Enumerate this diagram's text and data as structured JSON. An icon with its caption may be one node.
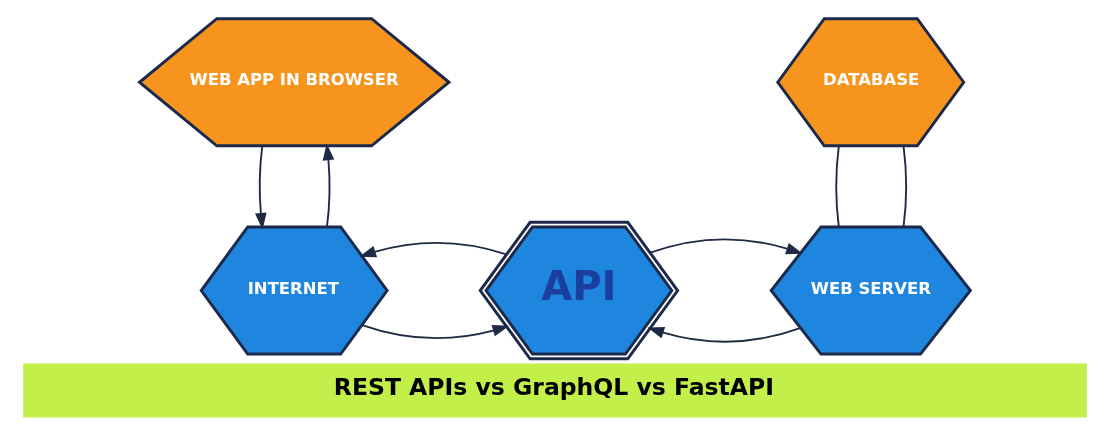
{
  "diagram": {
    "title": "REST APIs vs GraphQL vs FastAPI",
    "nodes": [
      {
        "text": [
          "WEB APP IN BROWSER"
        ]
      },
      {
        "text": [
          "DATABASE"
        ]
      },
      {
        "text": [
          "API"
        ]
      },
      {
        "text": [
          "INTERNET"
        ]
      },
      {
        "text": [
          "WEB SERVER"
        ]
      }
    ],
    "edges": [
      {
        "from": 3,
        "to": 0,
        "arrow": "to"
      },
      {
        "from": 0,
        "to": 3,
        "arrow": "to"
      },
      {
        "from": 3,
        "to": 2,
        "arrow": "to"
      },
      {
        "from": 2,
        "to": 3,
        "arrow": "to"
      },
      {
        "from": 4,
        "to": 2,
        "arrow": "to"
      },
      {
        "from": 2,
        "to": 4,
        "arrow": "to"
      },
      {
        "from": 1,
        "to": 4,
        "arrow": "none"
      },
      {
        "from": 1,
        "to": 4,
        "arrow": "none"
      }
    ]
  }
}
